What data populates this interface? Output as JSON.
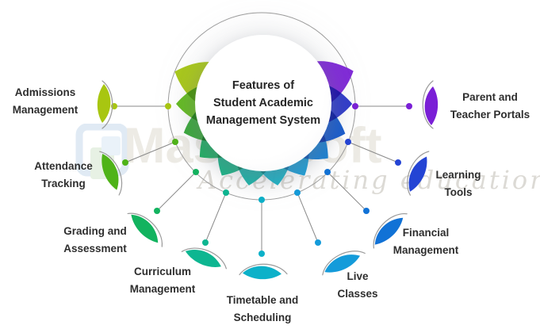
{
  "center": {
    "title_lines": [
      "Features of",
      "Student Academic",
      "Management System"
    ]
  },
  "watermark": {
    "brand": "MasterSoft",
    "tagline": "Accelerating education..."
  },
  "features": [
    {
      "name": "admissions-management",
      "lines": [
        "Admissions",
        "Management"
      ],
      "color": "#a8c611"
    },
    {
      "name": "attendance-tracking",
      "lines": [
        "Attendance",
        "Tracking"
      ],
      "color": "#4fb318"
    },
    {
      "name": "grading-and-assessment",
      "lines": [
        "Grading and",
        "Assessment"
      ],
      "color": "#12b35f"
    },
    {
      "name": "curriculum-management",
      "lines": [
        "Curriculum",
        "Management"
      ],
      "color": "#0db691"
    },
    {
      "name": "timetable-and-scheduling",
      "lines": [
        "Timetable and",
        "Scheduling"
      ],
      "color": "#0cb1c9"
    },
    {
      "name": "live-classes",
      "lines": [
        "Live",
        "Classes"
      ],
      "color": "#149bda"
    },
    {
      "name": "financial-management",
      "lines": [
        "Financial",
        "Management"
      ],
      "color": "#1172d6"
    },
    {
      "name": "learning-tools",
      "lines": [
        "Learning",
        "Tools"
      ],
      "color": "#2444d4"
    },
    {
      "name": "parent-and-teacher-portals",
      "lines": [
        "Parent and",
        "Teacher Portals"
      ],
      "color": "#7a1fd6"
    }
  ],
  "rosette": {
    "colors": [
      "#a4c50e",
      "#5cb816",
      "#2fa42f",
      "#12ab5a",
      "#0db181",
      "#0eb2a6",
      "#0fb1c5",
      "#0f9bd7",
      "#0d7ad2",
      "#0b52cb",
      "#2531c7",
      "#7a1fd6"
    ]
  }
}
